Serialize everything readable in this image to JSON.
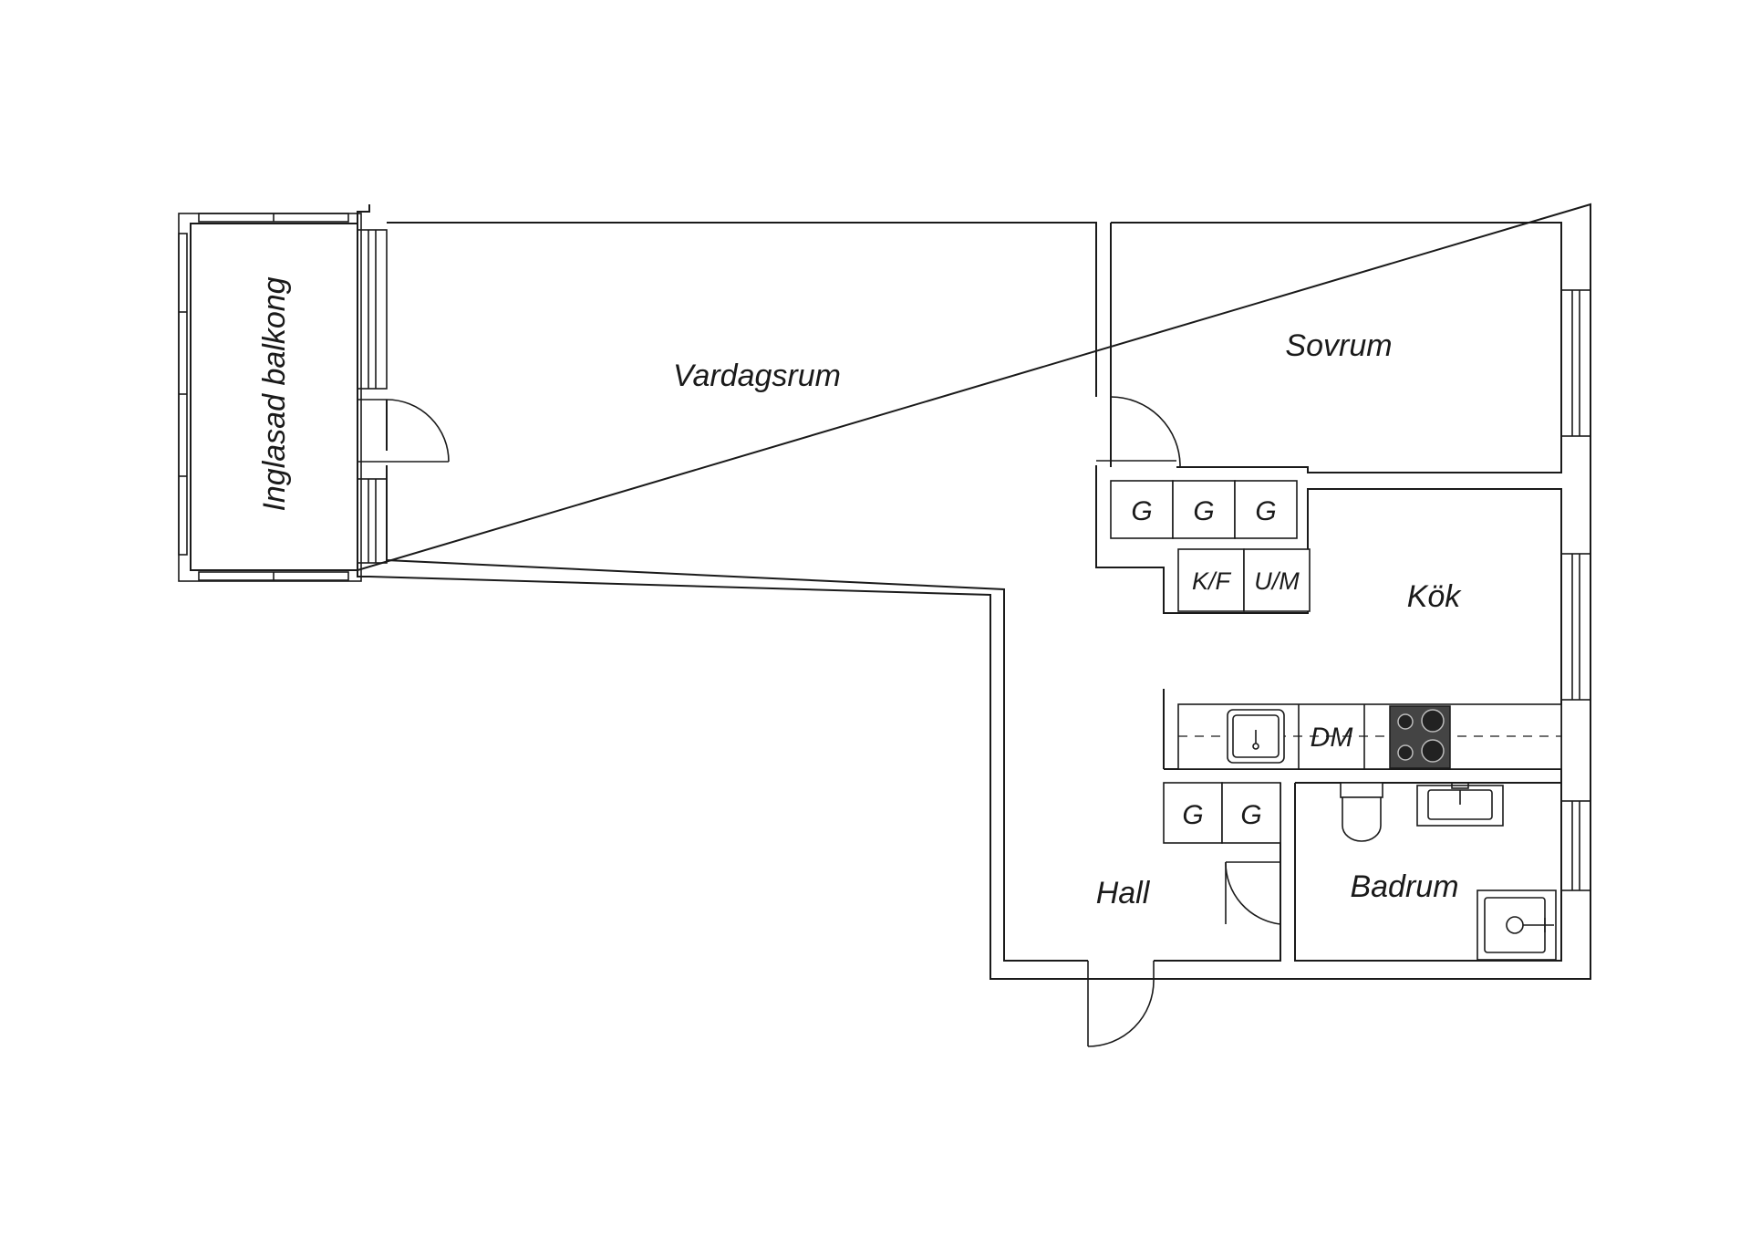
{
  "rooms": {
    "living": "Vardagsrum",
    "bedroom": "Sovrum",
    "balcony": "Inglasad balkong",
    "kitchen": "Kök",
    "hall": "Hall",
    "bathroom": "Badrum"
  },
  "wardrobes": {
    "upper": [
      "G",
      "G",
      "G"
    ],
    "lower": [
      "G",
      "G"
    ]
  },
  "appliances": {
    "fridge_freezer": "K/F",
    "microwave": "U/M",
    "dishwasher": "DM"
  }
}
